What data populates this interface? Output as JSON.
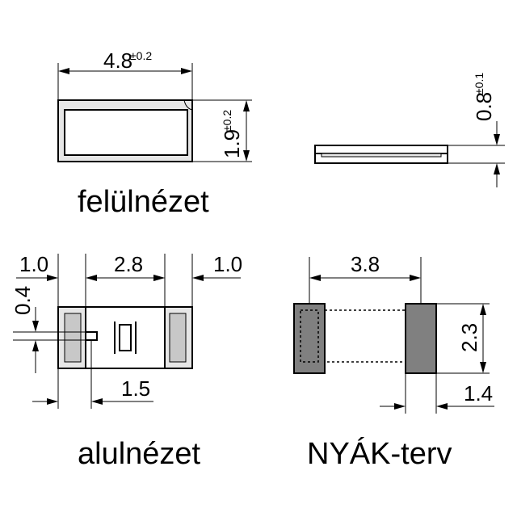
{
  "views": {
    "top": {
      "title": "felülnézet",
      "length": "4.8",
      "length_tol": "±0.2",
      "width": "1.9",
      "width_tol": "±0.2"
    },
    "side": {
      "height": "0.8",
      "height_tol": "±0.1"
    },
    "bottom": {
      "title": "alulnézet",
      "left_pad": "1.0",
      "center": "2.8",
      "right_pad": "1.0",
      "lead": "0.4",
      "offset": "1.5"
    },
    "pcb": {
      "title": "NYÁK-terv",
      "pitch": "3.8",
      "pad_height": "2.3",
      "pad_width": "1.4"
    }
  },
  "colors": {
    "line": "#000000",
    "body": "#e6e6e6",
    "pad": "#808080",
    "background": "#ffffff"
  }
}
